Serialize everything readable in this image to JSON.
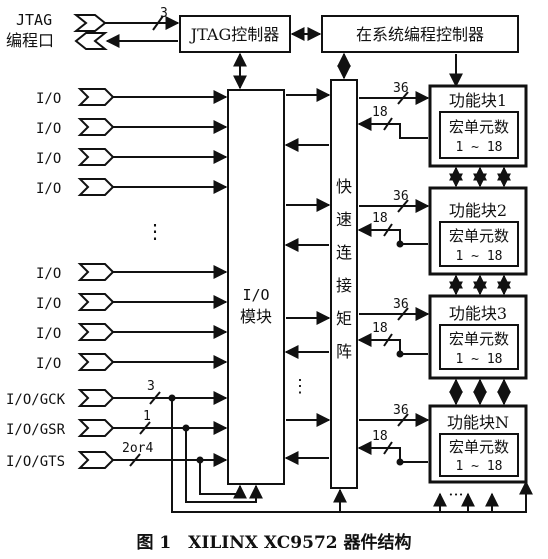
{
  "jtag_port": {
    "line1": "JTAG",
    "line2": "编程口",
    "bus_width": "3"
  },
  "jtag_controller": "JTAG控制器",
  "isp_controller": "在系统编程控制器",
  "io_pins": [
    "I/O",
    "I/O",
    "I/O",
    "I/O",
    "I/O",
    "I/O",
    "I/O",
    "I/O"
  ],
  "special_pins": [
    {
      "label": "I/O/GCK",
      "width": "3"
    },
    {
      "label": "I/O/GSR",
      "width": "1"
    },
    {
      "label": "I/O/GTS",
      "width": "2or4"
    }
  ],
  "io_block": {
    "line1": "I/O",
    "line2": "模块"
  },
  "matrix": [
    "快",
    "速",
    "连",
    "接",
    "矩",
    "阵"
  ],
  "function_blocks": [
    {
      "title": "功能块1",
      "inner1": "宏单元数",
      "inner2": "1 ~ 18",
      "in_width": "36",
      "out_width": "18"
    },
    {
      "title": "功能块2",
      "inner1": "宏单元数",
      "inner2": "1 ~ 18",
      "in_width": "36",
      "out_width": "18"
    },
    {
      "title": "功能块3",
      "inner1": "宏单元数",
      "inner2": "1 ~ 18",
      "in_width": "36",
      "out_width": "18"
    },
    {
      "title": "功能块N",
      "inner1": "宏单元数",
      "inner2": "1 ~ 18",
      "in_width": "36",
      "out_width": "18"
    }
  ],
  "ellipsis": {
    "vertical": "⋮",
    "horizontal": "···"
  },
  "caption": "图 1　XILINX XC9572 器件结构"
}
